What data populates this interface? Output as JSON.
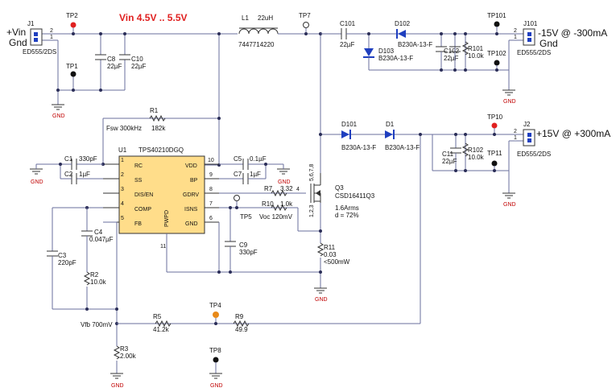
{
  "input": {
    "vin": "+Vin",
    "gnd": "Gnd",
    "vin_range": "Vin 4.5V .. 5.5V"
  },
  "connectors": {
    "j1": {
      "ref": "J1",
      "part": "ED555/2DS",
      "p2": "2",
      "p1": "1"
    },
    "j101": {
      "ref": "J101",
      "part": "ED555/2DS",
      "label": "-15V @ -300mA",
      "gnd": "Gnd",
      "p2": "2",
      "p1": "1"
    },
    "j2": {
      "ref": "J2",
      "part": "ED555/2DS",
      "label": "+15V @ +300mA",
      "gnd": "Gnd",
      "p2": "2",
      "p1": "1"
    }
  },
  "testpoints": {
    "tp1": "TP1",
    "tp2": "TP2",
    "tp4": "TP4",
    "tp5": "TP5",
    "tp7": "TP7",
    "tp8": "TP8",
    "tp10": "TP10",
    "tp11": "TP11",
    "tp101": "TP101",
    "tp102": "TP102"
  },
  "inductor": {
    "ref": "L1",
    "value": "22uH",
    "part": "7447714220"
  },
  "ic": {
    "ref": "U1",
    "part": "TPS40210DGQ",
    "pwpd": "PWPD",
    "left_pins": [
      {
        "num": "1",
        "name": "RC"
      },
      {
        "num": "2",
        "name": "SS"
      },
      {
        "num": "3",
        "name": "DIS/EN"
      },
      {
        "num": "4",
        "name": "COMP"
      },
      {
        "num": "5",
        "name": "FB"
      }
    ],
    "right_pins": [
      {
        "num": "10",
        "name": "VDD"
      },
      {
        "num": "9",
        "name": "BP"
      },
      {
        "num": "8",
        "name": "GDRV"
      },
      {
        "num": "7",
        "name": "ISNS"
      },
      {
        "num": "6",
        "name": "GND"
      }
    ],
    "pad_pin": "11"
  },
  "capacitors": {
    "c8": {
      "ref": "C8",
      "value": "22µF"
    },
    "c10": {
      "ref": "C10",
      "value": "22µF"
    },
    "c1": {
      "ref": "C1",
      "value": "330pF"
    },
    "c2": {
      "ref": "C2",
      "value": "1µF"
    },
    "c5": {
      "ref": "C5",
      "value": "0.1µF"
    },
    "c7": {
      "ref": "C7",
      "value": "1µF"
    },
    "c4": {
      "ref": "C4",
      "value": "0.047µF"
    },
    "c3": {
      "ref": "C3",
      "value": "220pF"
    },
    "c9": {
      "ref": "C9",
      "value": "330pF"
    },
    "c101": {
      "ref": "C101",
      "value": "22µF"
    },
    "c102": {
      "ref": "C102",
      "value": "22µF"
    },
    "c11": {
      "ref": "C11",
      "value": "22µF"
    }
  },
  "resistors": {
    "r1": {
      "ref": "R1",
      "value": "182k"
    },
    "r7": {
      "ref": "R7",
      "value": "3.32"
    },
    "r10": {
      "ref": "R10",
      "value": "1.0k"
    },
    "r11": {
      "ref": "R11",
      "value": "0.03"
    },
    "r2": {
      "ref": "R2",
      "value": "10.0k"
    },
    "r5": {
      "ref": "R5",
      "value": "41.2k"
    },
    "r9": {
      "ref": "R9",
      "value": "49.9"
    },
    "r3": {
      "ref": "R3",
      "value": "2.00k"
    },
    "r101": {
      "ref": "R101",
      "value": "10.0k"
    },
    "r102": {
      "ref": "R102",
      "value": "10.0k"
    }
  },
  "diodes": {
    "d101": {
      "ref": "D101",
      "part": "B230A-13-F"
    },
    "d1": {
      "ref": "D1",
      "part": "B230A-13-F"
    },
    "d102": {
      "ref": "D102",
      "part": "B230A-13-F"
    },
    "d103": {
      "ref": "D103",
      "part": "B230A-13-F"
    }
  },
  "mosfet": {
    "ref": "Q3",
    "part": "CSD16411Q3",
    "pins_d": "5,6,7,8",
    "pins_s": "1,2,3",
    "pin_g": "4"
  },
  "annotations": {
    "fsw": "Fsw 300kHz",
    "voc": "Voc 120mV",
    "irms": "1.6Arms",
    "duty": "d = 72%",
    "r11_power": "<500mW",
    "vfb": "Vfb 700mV",
    "gnd": "GND"
  },
  "colors": {
    "wire": "#6a6f9e",
    "dot": "#2a2d57",
    "diode": "#1f3fbf",
    "tp_red": "#e02020",
    "tp_orange": "#e88a1a",
    "gnd_text": "#c00000"
  }
}
